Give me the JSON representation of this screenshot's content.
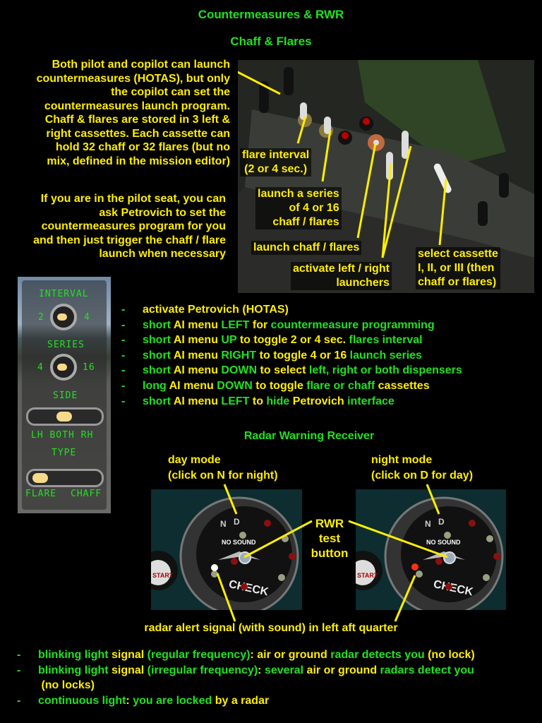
{
  "title": "Countermeasures & RWR",
  "section1": "Chaff & Flares",
  "intro_lines": [
    "Both pilot and copilot can launch",
    "countermeasures (HOTAS), but only",
    "the copilot can set the",
    "countermeasures launch program.",
    "Chaff & flares are stored in 3 left &",
    "right cassettes. Each cassette can",
    "hold 32 chaff or 32 flares (but no",
    "mix, defined in the mission editor)"
  ],
  "pilot_lines": [
    "If you are in the pilot seat, you can",
    "ask Petrovich to set the",
    "countermeasures program for you",
    "and then just trigger the chaff / flare",
    "launch when necessary"
  ],
  "photo_labels": {
    "flare_interval": [
      "flare interval",
      "(2 or 4 sec.)"
    ],
    "series": [
      "launch a series",
      "of 4 or 16",
      "chaff / flares"
    ],
    "launch": [
      "launch chaff / flares"
    ],
    "launchers": [
      "activate left / right",
      "launchers"
    ],
    "cassette": [
      "select cassette",
      "I, II, or III (then",
      "chaff or flares)"
    ]
  },
  "panel_text": {
    "interval": "INTERVAL",
    "interval_lo": "2",
    "interval_hi": "4",
    "series": "SERIES",
    "series_lo": "4",
    "series_hi": "16",
    "side": "SIDE",
    "side_opts": "LH BOTH RH",
    "type": "TYPE",
    "type_lo": "FLARE",
    "type_hi": "CHAFF"
  },
  "ai_bullets": [
    [
      [
        "activate Petrovich (HOTAS)",
        "y"
      ]
    ],
    [
      [
        "short ",
        "g"
      ],
      [
        "AI menu ",
        "y"
      ],
      [
        "LEFT ",
        "g"
      ],
      [
        "for ",
        "y"
      ],
      [
        "countermeasure programming",
        "g"
      ]
    ],
    [
      [
        "short ",
        "g"
      ],
      [
        "AI menu ",
        "y"
      ],
      [
        "UP ",
        "g"
      ],
      [
        "to toggle 2 or 4 sec. ",
        "y"
      ],
      [
        "flares interval",
        "g"
      ]
    ],
    [
      [
        "short ",
        "g"
      ],
      [
        "AI menu ",
        "y"
      ],
      [
        "RIGHT ",
        "g"
      ],
      [
        "to toggle 4 or 16 ",
        "y"
      ],
      [
        "launch series",
        "g"
      ]
    ],
    [
      [
        "short ",
        "g"
      ],
      [
        "AI menu ",
        "y"
      ],
      [
        "DOWN ",
        "g"
      ],
      [
        "to select ",
        "y"
      ],
      [
        "left, right or both dispensers",
        "g"
      ]
    ],
    [
      [
        "long ",
        "g"
      ],
      [
        "AI menu ",
        "y"
      ],
      [
        "DOWN ",
        "g"
      ],
      [
        "to toggle ",
        "y"
      ],
      [
        "flare or chaff ",
        "g"
      ],
      [
        "cassettes",
        "y"
      ]
    ],
    [
      [
        "short ",
        "g"
      ],
      [
        "AI menu ",
        "y"
      ],
      [
        "LEFT ",
        "g"
      ],
      [
        "to ",
        "y"
      ],
      [
        "hide ",
        "g"
      ],
      [
        "Petrovich ",
        "y"
      ],
      [
        "interface",
        "g"
      ]
    ]
  ],
  "section2": "Radar Warning Receiver",
  "day_mode": [
    "day mode",
    "(click on N for night)"
  ],
  "night_mode": [
    "night mode",
    "(click on D for day)"
  ],
  "rwr_test": [
    "RWR",
    "test",
    "button"
  ],
  "rwr_face": {
    "n": "N",
    "d": "D",
    "sound": "NO SOUND",
    "check": "CHECK",
    "start": "START"
  },
  "alert_caption": "radar alert signal (with sound) in left aft quarter",
  "rwr_bullets": [
    [
      [
        "blinking light ",
        "g"
      ],
      [
        "signal ",
        "y"
      ],
      [
        "(regular frequency)",
        "g"
      ],
      [
        ": air or ground ",
        "y"
      ],
      [
        "radar detects you ",
        "g"
      ],
      [
        "(no lock)",
        "y"
      ]
    ],
    [
      [
        "blinking light ",
        "g"
      ],
      [
        "signal ",
        "y"
      ],
      [
        "(irregular frequency)",
        "g"
      ],
      [
        ": ",
        "y"
      ],
      [
        "several ",
        "g"
      ],
      [
        "air or ground ",
        "y"
      ],
      [
        "radars detect you",
        "g"
      ]
    ],
    [
      [
        " (no locks)",
        "y"
      ]
    ],
    [
      [
        "continuous light",
        "g"
      ],
      [
        ": ",
        "y"
      ],
      [
        "you are locked ",
        "g"
      ],
      [
        "by a radar",
        "y"
      ]
    ]
  ],
  "colors": {
    "green": "#22e022",
    "yellow": "#ffee00"
  }
}
